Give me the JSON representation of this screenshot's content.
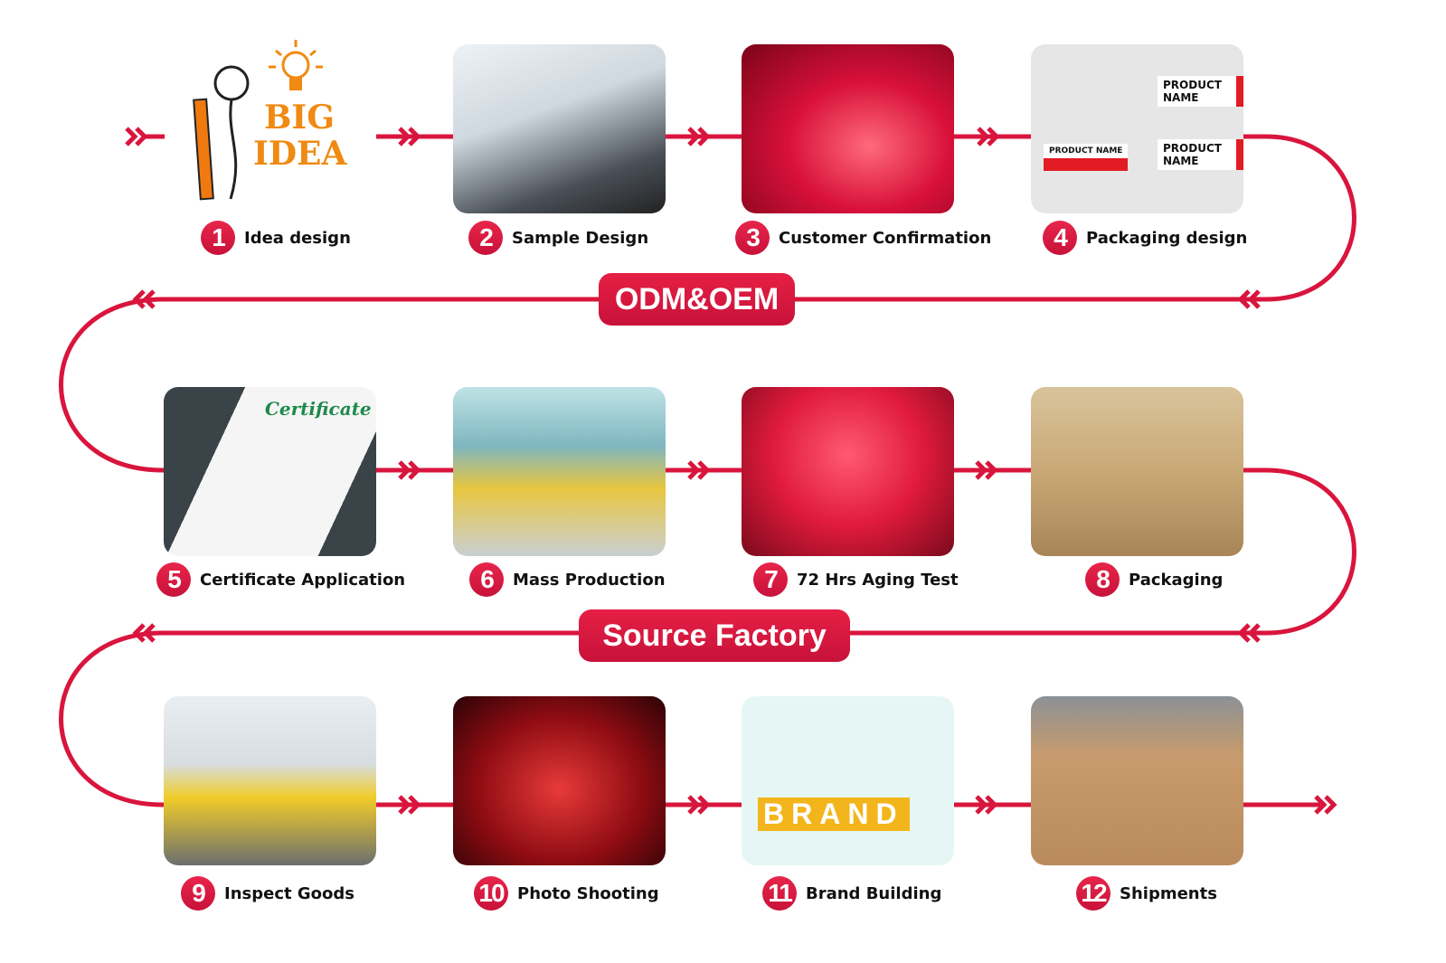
{
  "banners": {
    "top": "ODM&OEM",
    "middle": "Source Factory"
  },
  "accent_color": "#d9153d",
  "logo_text": {
    "line1": "BIG",
    "line2": "IDEA"
  },
  "steps": [
    {
      "number": "1",
      "label": "Idea design"
    },
    {
      "number": "2",
      "label": "Sample Design"
    },
    {
      "number": "3",
      "label": "Customer Confirmation"
    },
    {
      "number": "4",
      "label": "Packaging design"
    },
    {
      "number": "5",
      "label": "Certificate Application"
    },
    {
      "number": "6",
      "label": "Mass Production"
    },
    {
      "number": "7",
      "label": "72 Hrs Aging Test"
    },
    {
      "number": "8",
      "label": "Packaging"
    },
    {
      "number": "9",
      "label": "Inspect Goods"
    },
    {
      "number": "10",
      "label": "Photo Shooting"
    },
    {
      "number": "11",
      "label": "Brand Building"
    },
    {
      "number": "12",
      "label": "Shipments"
    }
  ],
  "image_text": {
    "packaging": "PRODUCT NAME",
    "certificate": "Certificate",
    "brand": "BRAND"
  }
}
